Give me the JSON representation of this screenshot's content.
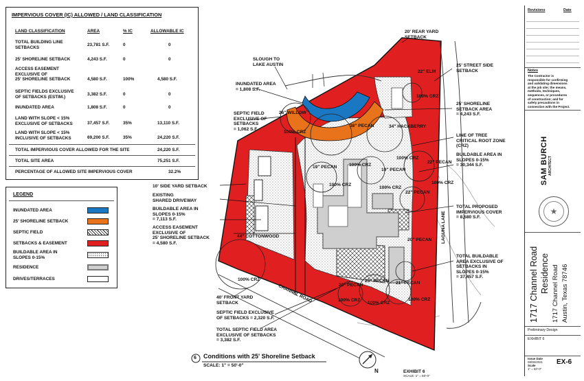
{
  "table": {
    "title": "IMPERVIOUS COVER (IC) ALLOWED / LAND CLASSIFICATION",
    "headers": [
      "LAND CLASSIFICATION",
      "AREA",
      "% IC",
      "ALLOWABLE IC"
    ],
    "rows": [
      {
        "c1": "TOTAL BUILDING LINE",
        "c1b": "SETBACKS",
        "c2": "23,781 S.F.",
        "c3": "0",
        "c4": "0"
      },
      {
        "c1": "25' SHORELINE SETBACK",
        "c2": "4,243 S.F.",
        "c3": "0",
        "c4": "0"
      },
      {
        "c1": "ACCESS EASEMENT",
        "c1b": "EXCLUSIVE OF",
        "c1c": "25' SHORELINE SETBACK",
        "c2": "4,580 S.F.",
        "c3": "100%",
        "c4": "4,580 S.F."
      },
      {
        "c1": "SEPTIC FIELDS EXCLUSIVE",
        "c1b": "OF SETBACKS (ESTIM.)",
        "c2": "3,382 S.F.",
        "c3": "0",
        "c4": "0"
      },
      {
        "c1": "INUNDATED AREA",
        "c2": "1,808 S.F.",
        "c3": "0",
        "c4": "0"
      },
      {
        "c1": "LAND WITH SLOPE < 15%",
        "c1b": "EXCLUSIVE OF SETBACKS",
        "c2": "37,457 S.F.",
        "c3": "35%",
        "c4": "13,110 S.F."
      },
      {
        "c1": "LAND WITH SLOPE < 15%",
        "c1b": "INCLUSIVE OF SETBACKS",
        "c2": "69,200 S.F.",
        "c3": "35%",
        "c4": "24,220 S.F."
      }
    ],
    "total_ic_label": "TOTAL IMPERVIOUS COVER ALLOWED FOR THE SITE",
    "total_ic_value": "24,220 S.F.",
    "total_site_label": "TOTAL SITE AREA",
    "total_site_value": "75,251 S.F.",
    "pct_label": "PERCENTAGE OF ALLOWED SITE IMPERVIOUS COVER",
    "pct_value": "32.2%"
  },
  "legend": {
    "title": "LEGEND",
    "items": [
      {
        "label": "INUNDATED AREA",
        "color": "#1a78c2"
      },
      {
        "label": "25' SHORELINE SETBACK",
        "color": "#e8731a"
      },
      {
        "label": "SEPTIC FIELD",
        "color": "#ffffff"
      },
      {
        "label": "SETBACKS & EASEMENT",
        "color": "#e02020"
      },
      {
        "label": "BUILDABLE AREA IN",
        "label2": "SLOPES 0-15%",
        "color": "#ffffff"
      },
      {
        "label": "RESIDENCE",
        "color": "#cfcfcf"
      },
      {
        "label": "DRIVES/TERRACES",
        "color": "#ffffff"
      }
    ]
  },
  "annotations": {
    "rear_yard": [
      "20' REAR YARD",
      "SETBACK"
    ],
    "slough": [
      "SLOUGH TO",
      "LAKE AUSTIN"
    ],
    "inundated": [
      "INUNDATED AREA",
      "= 1,808 S.F."
    ],
    "street_side": [
      "25' STREET SIDE",
      "SETBACK"
    ],
    "shoreline": [
      "25' SHORELINE",
      "SETBACK AREA",
      "= 4,243 S.F."
    ],
    "septic_setbacks": [
      "SEPTIC FIELD",
      "EXCLUSIVE OF",
      "SETBACKS",
      "= 1,062 S.F."
    ],
    "crz": [
      "LINE OF TREE",
      "CRITICAL ROOT ZONE",
      "(CRZ)"
    ],
    "buildable": [
      "BUILDABLE AREA IN",
      "SLOPES 0-15%",
      "= 30,344 S.F."
    ],
    "side_yard": [
      "10' SIDE YARD SETBACK"
    ],
    "shared_drive": [
      "EXISTING",
      "SHARED DRIVEWAY"
    ],
    "buildable_slopes": [
      "BUILDABLE AREA IN",
      "SLOPES 0-15%",
      "= 7,113 S.F."
    ],
    "access_easement": [
      "ACCESS EASEMENT",
      "EXCLUSIVE OF",
      "25' SHORELINE SETBACK",
      "= 4,580 S.F."
    ],
    "total_impervious": [
      "TOTAL PROPOSED",
      "IMPERVIOUS COVER",
      "= 8,580 S.F."
    ],
    "total_buildable": [
      "TOTAL BUILDABLE",
      "AREA EXCLUSIVE OF",
      "SETBACKS IN",
      "SLOPES 0-15%",
      "= 37,457 S.F."
    ],
    "front_yard": [
      "40' FRONT YARD",
      "SETBACK"
    ],
    "septic_2320": [
      "SEPTIC FIELD EXCLUSIVE",
      "OF SETBACKS = 2,320 S.F."
    ],
    "septic_3382": [
      "TOTAL SEPTIC FIELD AREA",
      "EXCLUSIVE OF SETBACKS",
      "= 3,382 S.F."
    ]
  },
  "trees": {
    "elm": "22\" ELM",
    "willow": "26\" WILLOW",
    "pecan38": "38\" PECAN",
    "hackberry": "34\" HACKBERRY",
    "pecan19a": "19\" PECAN",
    "pecan19b": "19\" PECAN",
    "pecan22a": "22\" PECAN",
    "pecan22b": "22\" PECAN",
    "pecan20a": "20\" PECAN",
    "pecan20b": "20\" PECAN",
    "pecan23": "23\" PECAN",
    "pecan21": "21\" PECAN",
    "cottonwood": "44\" COTTONWOOD",
    "crz": "100% CRZ"
  },
  "street_labels": {
    "channel_road": "CHANNEL ROAD",
    "laguna_lane": "LAGUNA LANE",
    "north": "N"
  },
  "drawing": {
    "number": "6",
    "title": "Conditions with 25' Shoreline Setback",
    "scale": "SCALE: 1\" = 50'-0\"",
    "exhibit": "EXHIBIT 6",
    "exhibit_scale": "SCALE: 1\" = 50'-0\""
  },
  "title_block": {
    "revisions": "Revisions",
    "date": "Date",
    "notes_title": "Notes",
    "notes": [
      "The Contractor is",
      "responsible for confirming",
      "and validating dimensions",
      "at the job site; the means,",
      "methods, techniques,",
      "sequences, or procedures",
      "of construction; and for",
      "safety precautions in",
      "connection with the Project."
    ],
    "firm": "SAM BURCH",
    "firm_sub": "ARCHITECT",
    "project_title": "1717 Channel Road",
    "project_title2": "Residence",
    "address1": "1717 Channel Road",
    "address2": "Austin, Texas 78746",
    "status": "Preliminary Design",
    "exhibit": "EXHIBIT 6",
    "issue_label": "Issue Date",
    "issue_date": "08/06/2021",
    "scale_label": "Scale",
    "scale_val": "1\" = 50'-0\"",
    "sheet": "EX-6"
  },
  "colors": {
    "red": "#e02020",
    "orange": "#e8731a",
    "blue": "#1a78c2",
    "gray": "#cfcfcf"
  }
}
